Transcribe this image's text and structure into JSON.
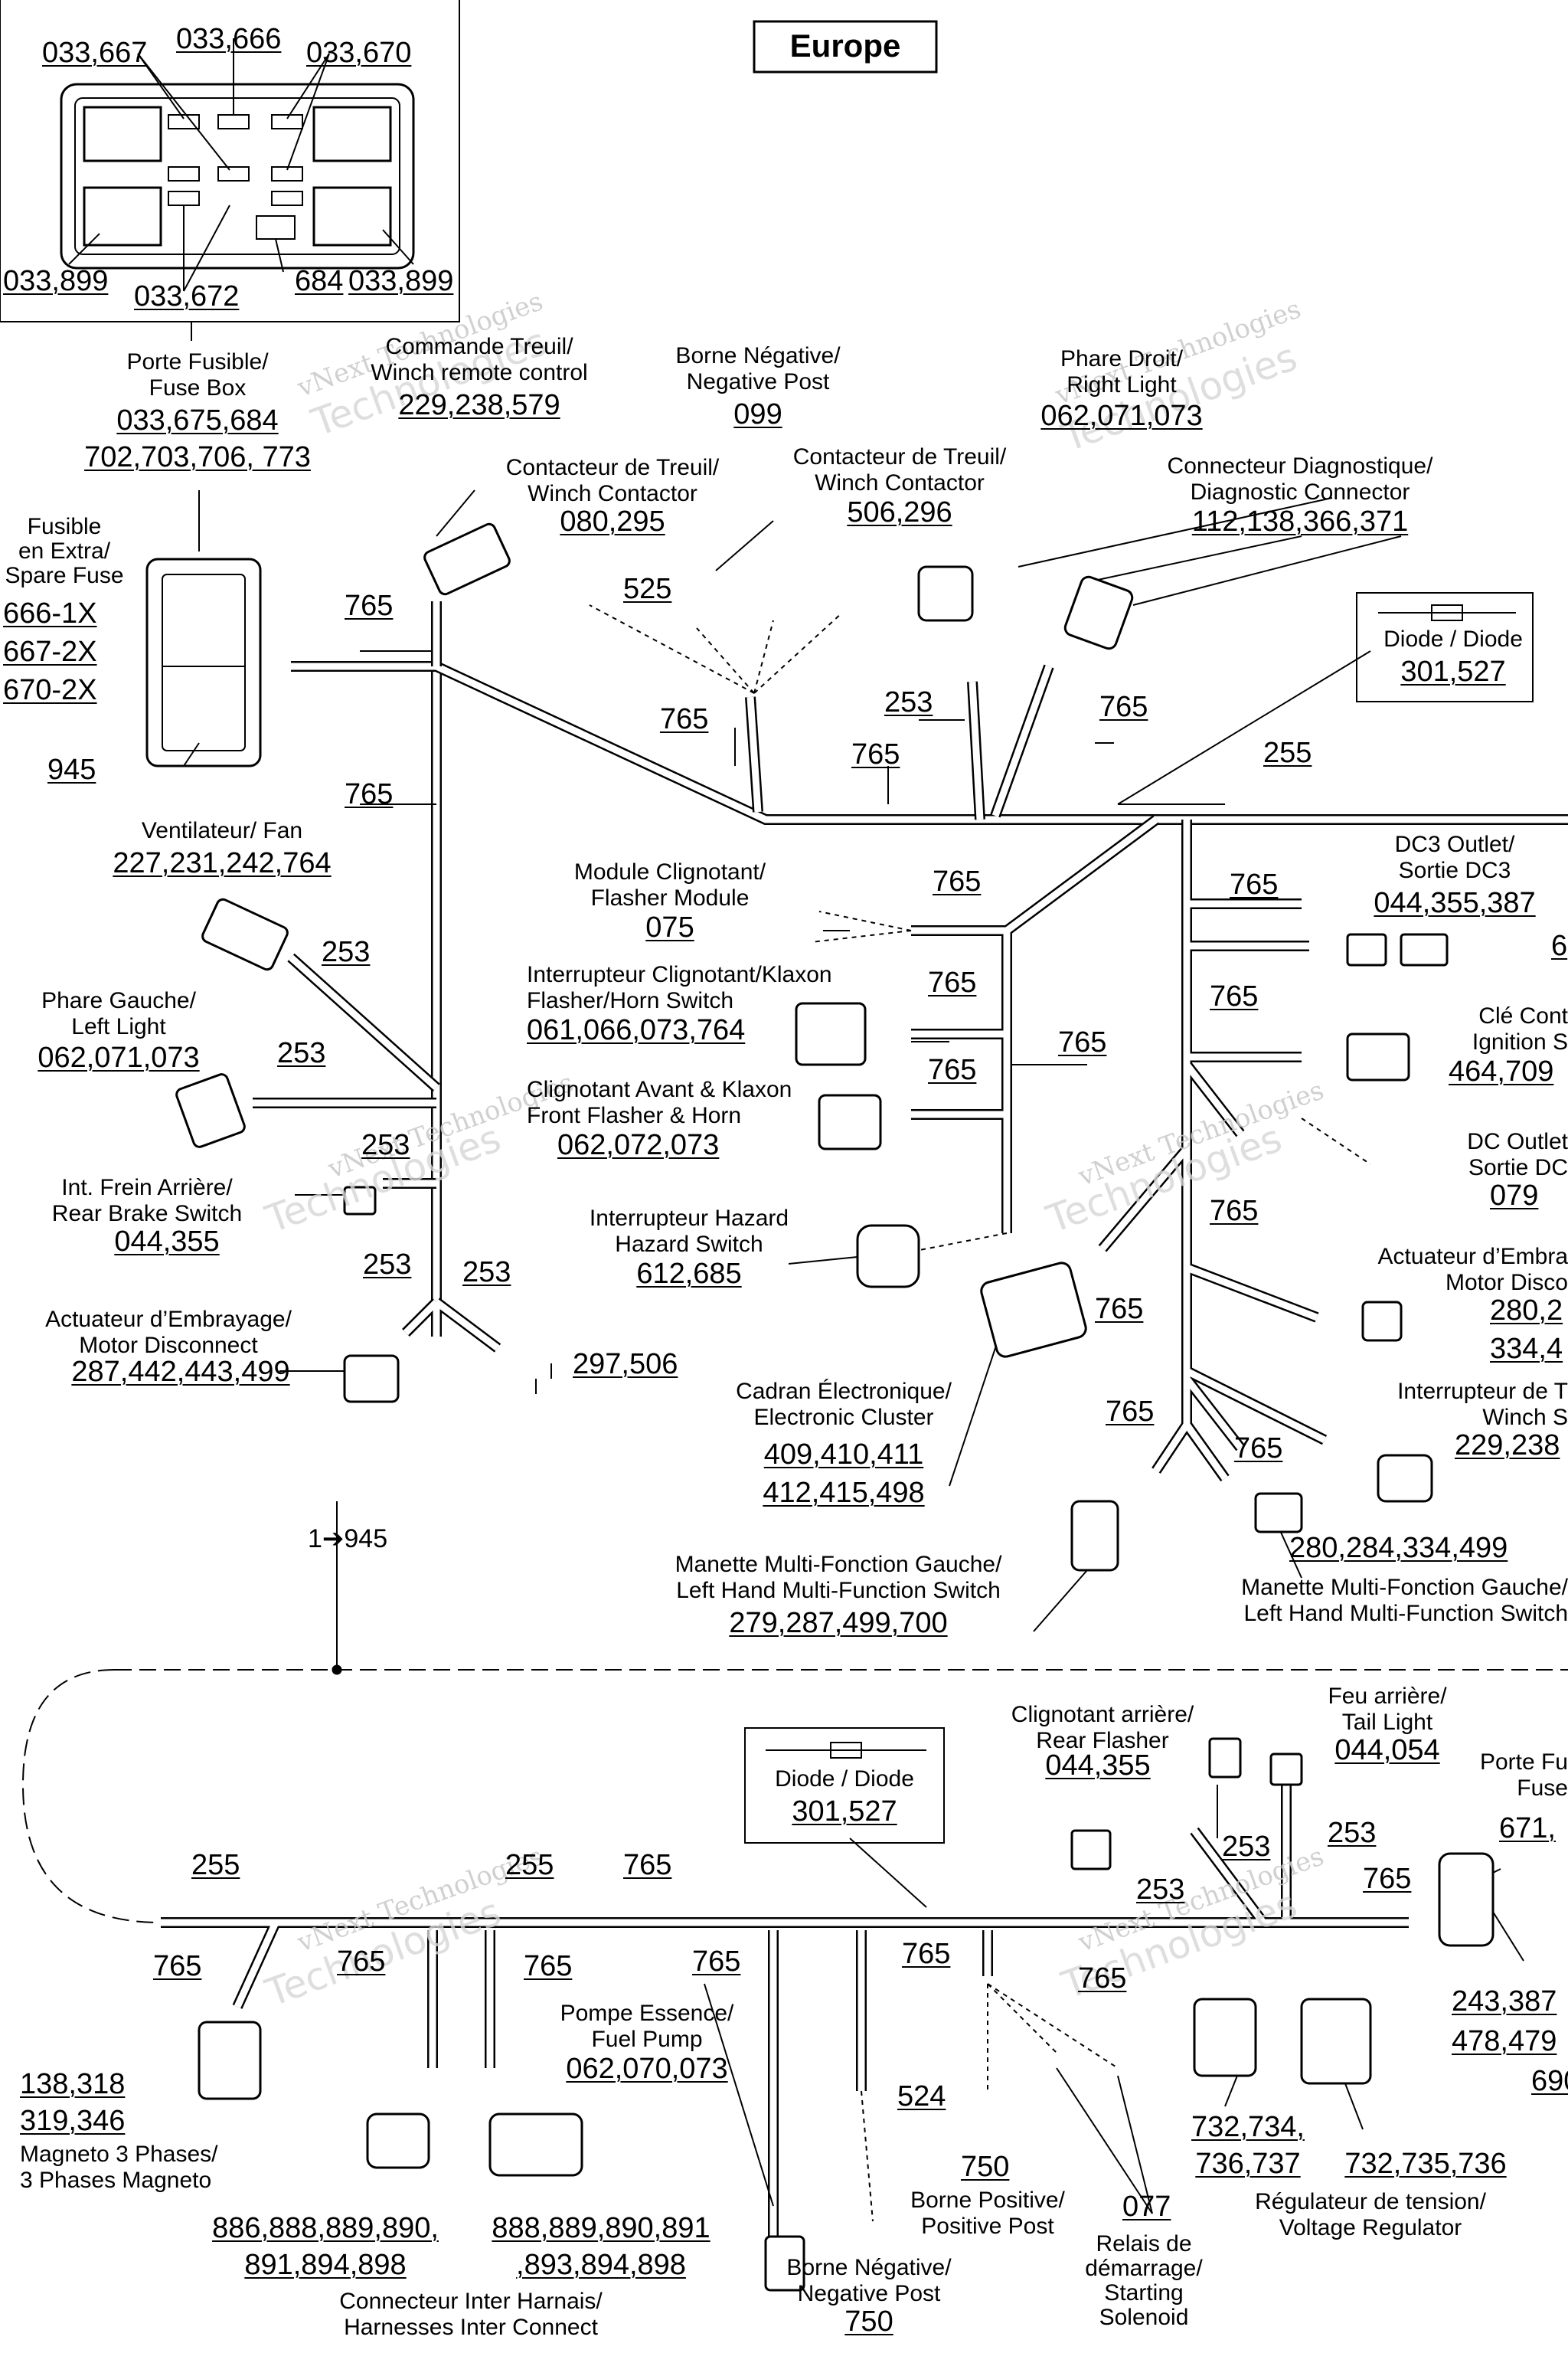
{
  "title": "Europe",
  "fusebox_inset": {
    "refs_top": [
      "033,667",
      "033,666",
      "033,670"
    ],
    "refs_bottom": [
      "033,899",
      "033,672",
      "684",
      "033,899"
    ]
  },
  "wire_labels": {
    "765": "765",
    "253": "253",
    "255": "255",
    "525": "525",
    "524": "524"
  },
  "components": {
    "fuse_box": {
      "name": "Porte Fusible/\nFuse Box",
      "ref1": "033,675,684",
      "ref2": "702,703,706, 773"
    },
    "spare_fuse": {
      "name": "Fusible\nen Extra/\nSpare Fuse",
      "ref1": "666-1X",
      "ref2": "667-2X",
      "ref3": "670-2X",
      "ref4": "945"
    },
    "winch_remote": {
      "name": "Commande Treuil/\nWinch remote control",
      "ref": "229,238,579"
    },
    "negative_post_top": {
      "name": "Borne Négative/\nNegative Post",
      "ref": "099"
    },
    "right_light": {
      "name": "Phare Droit/\nRight Light",
      "ref": "062,071,073"
    },
    "winch_contactor_a": {
      "name": "Contacteur de Treuil/\nWinch Contactor",
      "ref": "080,295"
    },
    "winch_contactor_b": {
      "name": "Contacteur de Treuil/\nWinch Contactor",
      "ref": "506,296"
    },
    "diagnostic": {
      "name": "Connecteur Diagnostique/\nDiagnostic Connector",
      "ref": "112,138,366,371"
    },
    "diode_top": {
      "name": "Diode / Diode",
      "ref": "301,527"
    },
    "fan": {
      "name": "Ventilateur/ Fan",
      "ref": "227,231,242,764"
    },
    "flasher_module": {
      "name": "Module Clignotant/\nFlasher Module",
      "ref": "075"
    },
    "dc3_outlet": {
      "name": "DC3 Outlet/\nSortie DC3",
      "ref": "044,355,387",
      "ref_cut": "6"
    },
    "left_light": {
      "name": "Phare Gauche/\nLeft Light",
      "ref": "062,071,073"
    },
    "flasher_horn_switch": {
      "name": "Interrupteur Clignotant/Klaxon\nFlasher/Horn Switch",
      "ref": "061,066,073,764"
    },
    "ignition": {
      "name": "Clé Cont\nIgnition S",
      "ref": "464,709"
    },
    "front_flasher_horn": {
      "name": "Clignotant Avant & Klaxon\nFront Flasher & Horn",
      "ref": "062,072,073"
    },
    "dc_outlet": {
      "name": "DC Outlet\nSortie DC",
      "ref": "079"
    },
    "rear_brake_switch": {
      "name": "Int. Frein Arrière/\nRear Brake Switch",
      "ref": "044,355"
    },
    "hazard_switch": {
      "name": "Interrupteur Hazard\nHazard Switch",
      "ref": "612,685"
    },
    "motor_disconnect_right": {
      "name": "Actuateur d’Embra\nMotor Disco",
      "ref1": "280,2",
      "ref2": "334,4"
    },
    "motor_disconnect_left": {
      "name": "Actuateur d’Embrayage/\nMotor Disconnect",
      "ref": "287,442,443,499"
    },
    "unnamed_506": {
      "ref": "297,506"
    },
    "cluster": {
      "name": "Cadran Électronique/\nElectronic Cluster",
      "ref1": "409,410,411",
      "ref2": "412,415,498"
    },
    "winch_switch": {
      "name": "Interrupteur de T\nWinch S",
      "ref": "229,238"
    },
    "lh_switch_a": {
      "name": "Manette Multi-Fonction Gauche/\nLeft Hand Multi-Function Switch",
      "ref": "279,287,499,700"
    },
    "lh_switch_b": {
      "name": "Manette Multi-Fonction Gauche/\nLeft Hand Multi-Function Switch",
      "ref": "280,284,334,499"
    },
    "continuation": {
      "ref": "1➔945"
    },
    "rear_flasher": {
      "name": "Clignotant arrière/\nRear Flasher",
      "ref": "044,355"
    },
    "tail_light": {
      "name": "Feu arrière/\nTail Light",
      "ref": "044,054"
    },
    "fuse_box_rear": {
      "name": "Porte Fu\nFuse",
      "ref": "671,"
    },
    "diode_bottom": {
      "name": "Diode / Diode",
      "ref": "301,527"
    },
    "magneto": {
      "name": "Magneto 3 Phases/\n3 Phases Magneto",
      "ref1": "138,318",
      "ref2": "319,346"
    },
    "fuel_pump": {
      "name": "Pompe Essence/\nFuel Pump",
      "ref": "062,070,073"
    },
    "positive_post": {
      "name": "Borne Positive/\nPositive Post",
      "ref": "750"
    },
    "negative_post_bottom": {
      "name": "Borne Négative/\nNegative Post",
      "ref": "750"
    },
    "starting_solenoid": {
      "name": "Relais de\ndémarrage/\nStarting\nSolenoid",
      "ref": "077"
    },
    "regulator": {
      "name": "Régulateur de tension/\nVoltage Regulator",
      "ref1": "732,734,",
      "ref2": "736,737",
      "ref3": "732,735,736"
    },
    "rear_refs": {
      "ref1": "243,387",
      "ref2": "478,479",
      "ref3": "690"
    },
    "inter_harness": {
      "name": "Connecteur Inter Harnais/\nHarnesses Inter Connect",
      "ref1": "886,888,889,890,",
      "ref2": "891,894,898",
      "ref3": "888,889,890,891",
      "ref4": ",893,894,898"
    }
  },
  "watermark": {
    "brand": "vNext Technologies",
    "big": "Technologies"
  }
}
